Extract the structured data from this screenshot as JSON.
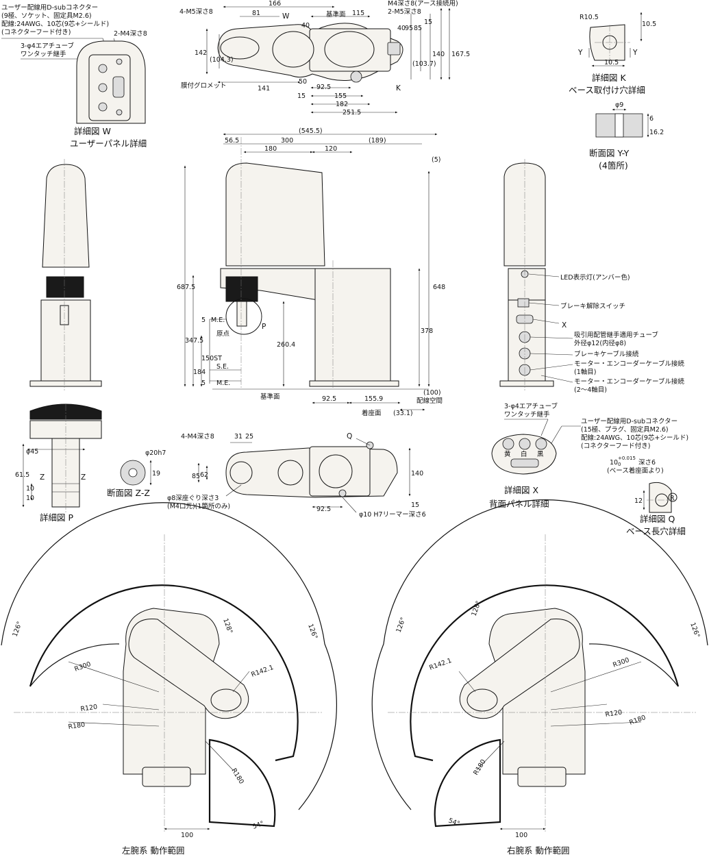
{
  "panel_w": {
    "cable_connector_note": [
      "ユーザー配線用D-subコネクター",
      "(9極、ソケット、固定具M2.6)",
      "配線:24AWG、10芯(9芯+シールド)",
      "(コネクターフード付き)"
    ],
    "tap_label": "2-M4深さ8",
    "air_tube_label": [
      "3-φ4エアチューブ",
      "ワンタッチ継手"
    ],
    "caption": [
      "詳細図 W",
      "ユーザーパネル詳細"
    ]
  },
  "top_view": {
    "labels": {
      "tap_m5": "4-M5深さ8",
      "w_mark": "W",
      "base_face": "基準面",
      "tap_m4_earth": "M4深さ8(アース接続用)",
      "tap_m5_2": "2-M5深さ8",
      "grommet": "膜付グロメット",
      "k_mark": "K"
    },
    "dims": [
      "166",
      "81",
      "40",
      "115",
      "15",
      "142",
      "(104.3)",
      "(103.7)",
      "140",
      "167.5",
      "95",
      "85",
      "40",
      "50",
      "141",
      "92.5",
      "15",
      "155",
      "182",
      "251.5"
    ]
  },
  "detail_k": {
    "dims": [
      "R10.5",
      "10.5",
      "10.5"
    ],
    "y_mark": "Y",
    "caption": [
      "詳細図 K",
      "ベース取付け穴詳細"
    ]
  },
  "section_yy": {
    "dims": [
      "φ9",
      "6",
      "16.2"
    ],
    "caption": [
      "断面図 Y-Y",
      "(4箇所)"
    ]
  },
  "front_view": {
    "dims": [
      "(545.5)",
      "56.5",
      "300",
      "180",
      "120",
      "(189)",
      "(5)",
      "687.5",
      "648",
      "347.5",
      "5",
      "150ST",
      "184",
      "5",
      "260.4",
      "378",
      "92.5",
      "155.9",
      "(100)",
      "(33.1)"
    ],
    "labels": {
      "me": "M.E.",
      "origin": "原点",
      "se": "S.E.",
      "p_mark": "P",
      "base_face": "基準面",
      "seat_face": "着座面",
      "wiring_space": "配線空間"
    }
  },
  "rear_view": {
    "labels": [
      "LED表示灯(アンバー色)",
      "ブレーキ解除スイッチ",
      "吸引用配管継手適用チューブ",
      "外径φ12(内径φ8)",
      "ブレーキケーブル接続",
      "モーター・エンコーダーケーブル接続",
      "(1軸目)",
      "モーター・エンコーダーケーブル接続",
      "(2〜4軸目)"
    ],
    "x_mark": "X"
  },
  "detail_p": {
    "dims": [
      "φ45",
      "61.5",
      "10",
      "10"
    ],
    "z_mark": "Z",
    "caption": "詳細図 P"
  },
  "section_zz": {
    "dims": [
      "φ20h7",
      "19"
    ],
    "caption": "断面図 Z-Z"
  },
  "base_view": {
    "labels": {
      "tap_m4": "4-M4深さ8",
      "q_mark": "Q",
      "counterbore": "φ8深座ぐり深さ3",
      "counterbore2": "(M4口元)(1箇所のみ)",
      "reamer": "φ10 H7リーマー深さ6"
    },
    "dims": [
      "31",
      "25",
      "85",
      "62",
      "140",
      "15",
      "92.5"
    ]
  },
  "detail_x": {
    "air_tube_label": [
      "3-φ4エアチューブ",
      "ワンタッチ継手"
    ],
    "connector_note": [
      "ユーザー配線用D-subコネクター",
      "(15極、プラグ、固定具M2.6)",
      "配線:24AWG、10芯(9芯+シールド)",
      "(コネクターフード付き)"
    ],
    "colors": [
      "黄",
      "白",
      "黒"
    ],
    "caption": [
      "詳細図 X",
      "背面パネル詳細"
    ]
  },
  "detail_q": {
    "dims": [
      "10",
      "+0.015",
      "0",
      "深さ6",
      "(ベース着座面より)",
      "12"
    ],
    "r_mark": "R",
    "caption": [
      "詳細図 Q",
      "ベース長穴詳細"
    ]
  },
  "left_range": {
    "angles": [
      "126°",
      "128°",
      "126°",
      "54°"
    ],
    "radii": [
      "R300",
      "R142.1",
      "R120",
      "R180",
      "R180"
    ],
    "dim": "100",
    "caption": "左腕系 動作範囲"
  },
  "right_range": {
    "angles": [
      "126°",
      "128°",
      "126°",
      "54°"
    ],
    "radii": [
      "R142.1",
      "R300",
      "R120",
      "R180",
      "R180"
    ],
    "dim": "100",
    "caption": "右腕系 動作範囲"
  }
}
